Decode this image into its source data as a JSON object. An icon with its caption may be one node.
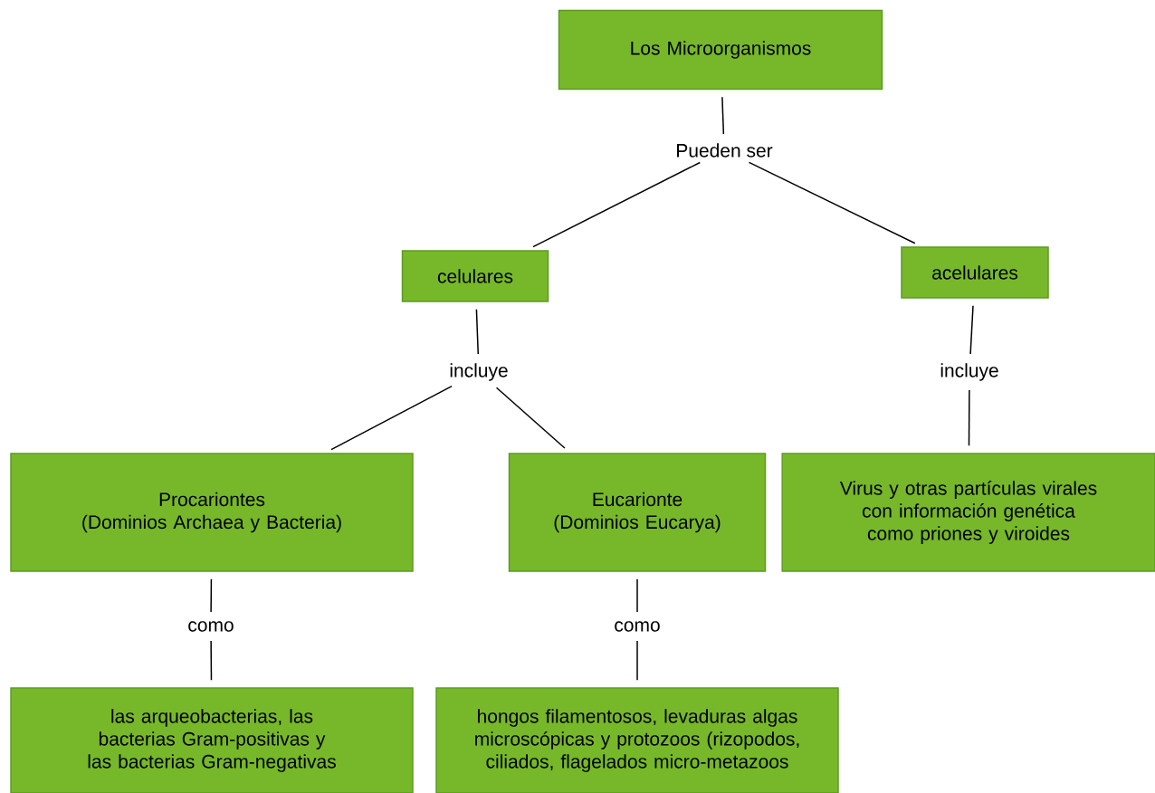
{
  "diagram": {
    "nodes": [
      {
        "text": [
          "Los Microorganismos"
        ]
      },
      {
        "text": [
          "Pueden ser"
        ]
      },
      {
        "text": [
          "celulares"
        ]
      },
      {
        "text": [
          "acelulares"
        ]
      },
      {
        "text": [
          "incluye"
        ]
      },
      {
        "text": [
          "incluye"
        ]
      },
      {
        "text": [
          "Procariontes",
          "(Dominios Archaea y Bacteria)"
        ]
      },
      {
        "text": [
          "Eucarionte",
          "(Dominios Eucarya)"
        ]
      },
      {
        "text": [
          "Virus y otras partículas virales con información genética como priones y viroides"
        ]
      },
      {
        "text": [
          "como"
        ]
      },
      {
        "text": [
          "como"
        ]
      },
      {
        "text": [
          "las arqueobacterias, las bacterias Gram-positivas y las bacterias Gram-negativas"
        ]
      },
      {
        "text": [
          "hongos filamentosos, levaduras algas microscópicas y protozoos (rizopodos, ciliados, flagelados micro-metazoos"
        ]
      }
    ],
    "edges": [
      {
        "from": 0,
        "to": 1,
        "arrow": "none"
      },
      {
        "from": 1,
        "to": 2,
        "arrow": "none"
      },
      {
        "from": 1,
        "to": 3,
        "arrow": "none"
      },
      {
        "from": 2,
        "to": 4,
        "arrow": "none"
      },
      {
        "from": 4,
        "to": 6,
        "arrow": "none"
      },
      {
        "from": 4,
        "to": 7,
        "arrow": "none"
      },
      {
        "from": 3,
        "to": 5,
        "arrow": "none"
      },
      {
        "from": 5,
        "to": 8,
        "arrow": "none"
      },
      {
        "from": 6,
        "to": 9,
        "arrow": "none"
      },
      {
        "from": 9,
        "to": 11,
        "arrow": "none"
      },
      {
        "from": 7,
        "to": 10,
        "arrow": "none"
      },
      {
        "from": 10,
        "to": 12,
        "arrow": "none"
      }
    ]
  }
}
